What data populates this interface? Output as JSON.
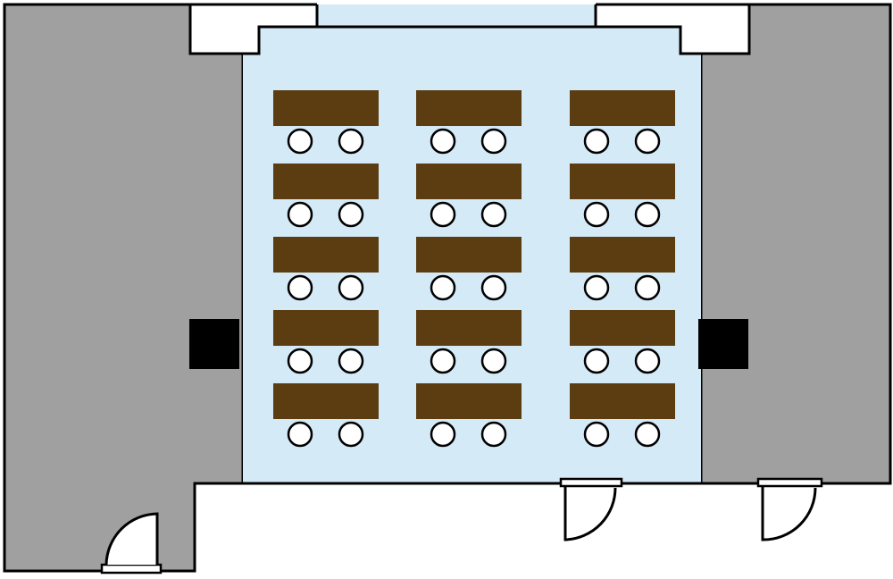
{
  "diagram": {
    "type": "floor-plan",
    "colors": {
      "background": "#ffffff",
      "side_area": "#a0a0a0",
      "room_floor": "#d4eaf7",
      "desk": "#5c3d11",
      "chair": "#ffffff",
      "pillar": "#000000",
      "wall": "#000000"
    },
    "layout": {
      "desk_columns": 3,
      "desk_rows": 5,
      "chairs_per_desk": 2
    },
    "elements": {
      "desks": 15,
      "chairs": 30,
      "pillars": 2,
      "doors": 3
    }
  }
}
